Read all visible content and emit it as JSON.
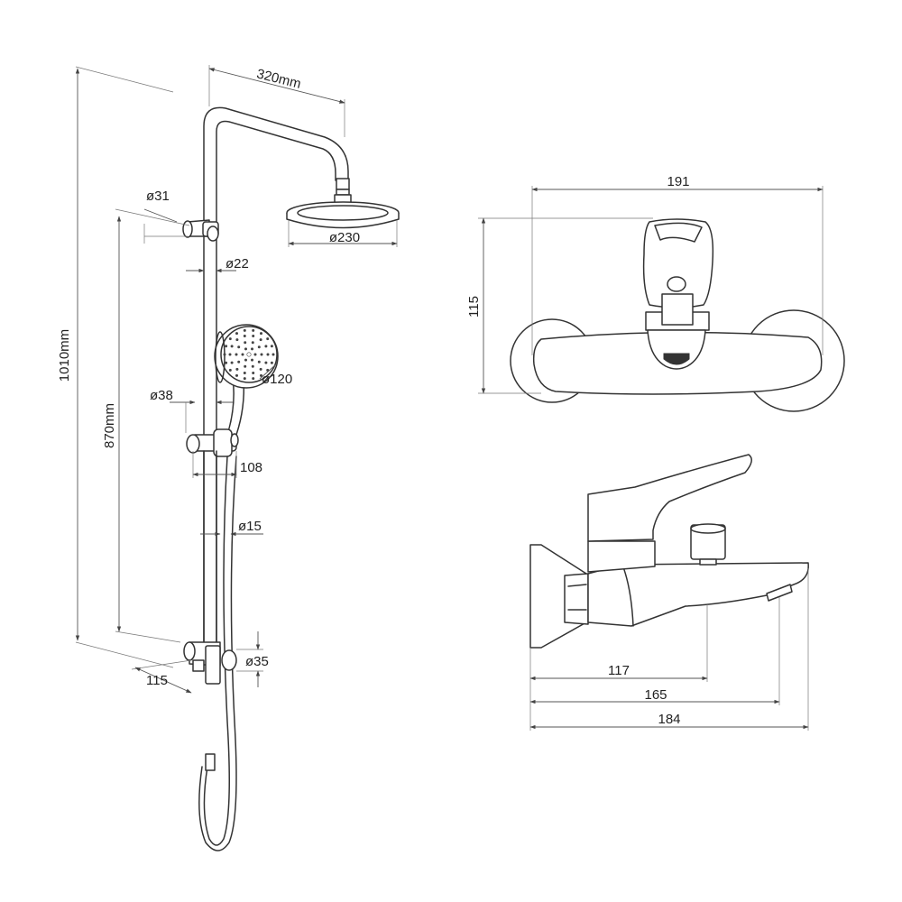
{
  "shower_column": {
    "total_height": "1010mm",
    "bar_height": "870mm",
    "arm_reach": "320mm",
    "bracket_diameter": "ø31",
    "overhead_shower_diameter": "ø230",
    "pipe_diameter": "ø22",
    "hand_shower_diameter": "ø120",
    "lower_pipe_diameter": "ø38",
    "holder_offset": "108",
    "hose_diameter": "ø15",
    "bottom_bracket_diameter": "ø35",
    "wall_distance": "115"
  },
  "mixer_front_view": {
    "width": "191",
    "height": "115"
  },
  "mixer_side_view": {
    "outlet_distance": "117",
    "spout_distance": "165",
    "total_depth": "184"
  },
  "colors": {
    "line": "#333333",
    "dimension": "#555555",
    "background": "#ffffff"
  }
}
